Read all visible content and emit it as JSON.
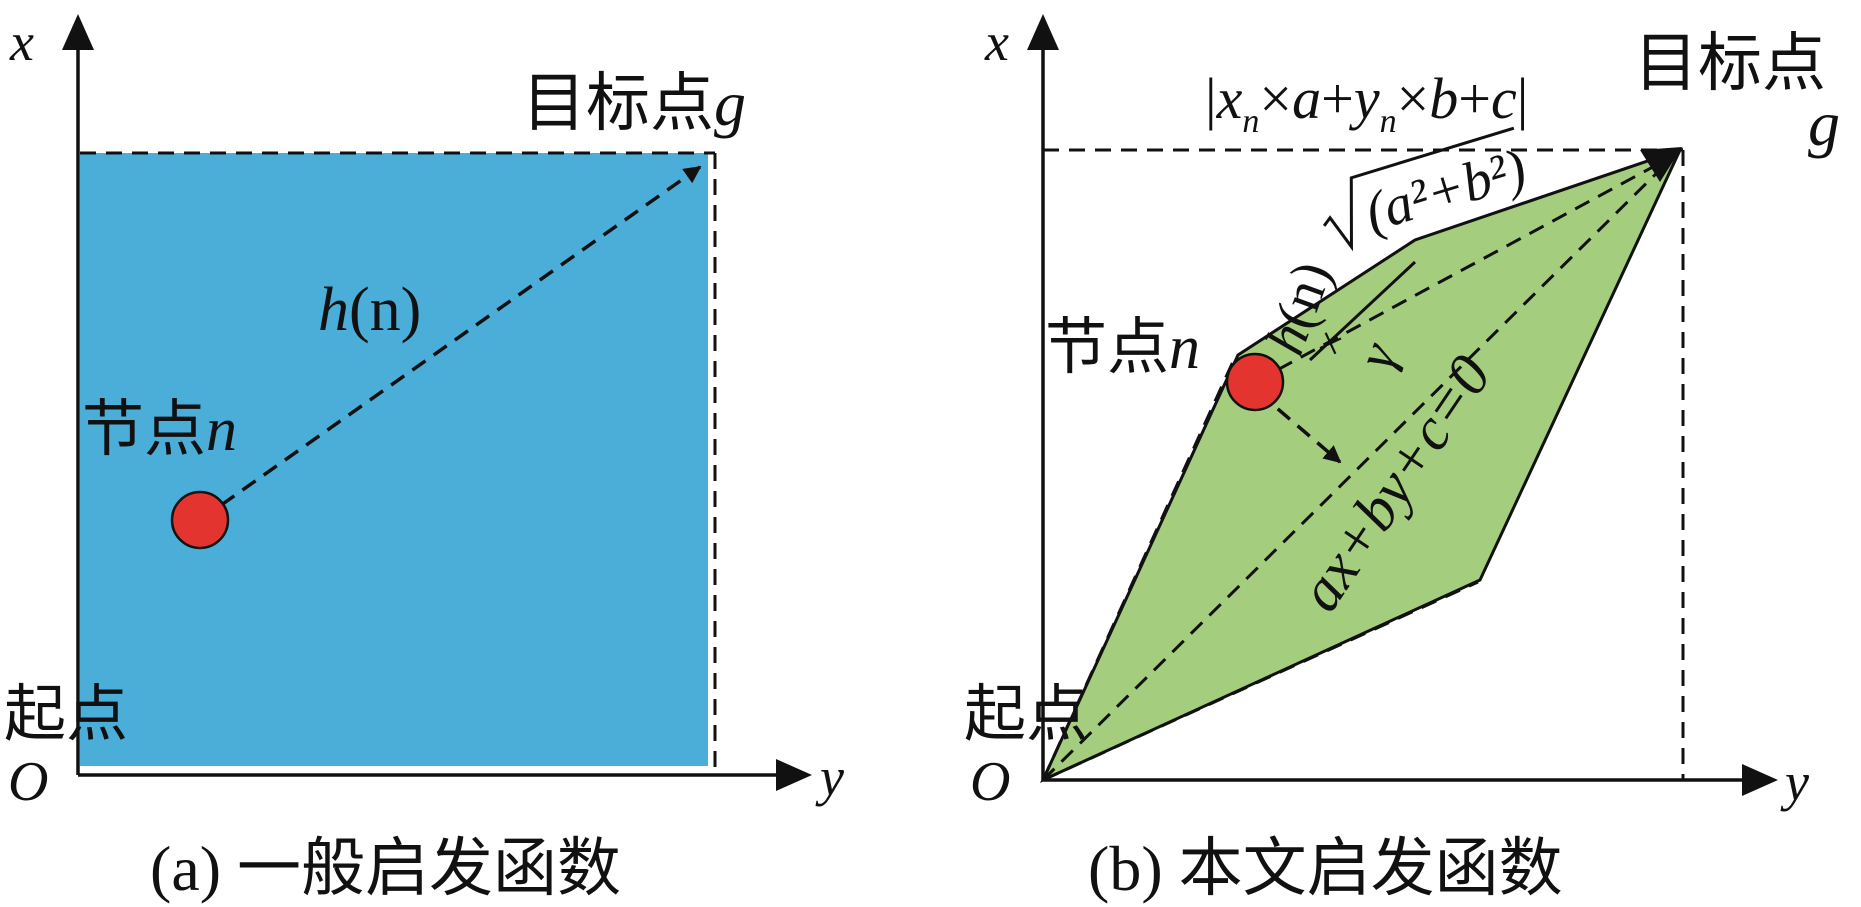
{
  "panel_a": {
    "axis_x": "x",
    "axis_y": "y",
    "origin": "O",
    "start_label": "起点",
    "goal_label": "目标点",
    "goal_var": "g",
    "node_label": "节点",
    "node_var": "n",
    "h_func": "h",
    "h_arg": "(n)",
    "caption": "(a) 一般启发函数",
    "region_color": "#4BAED8",
    "node_color": "#E3342F"
  },
  "panel_b": {
    "axis_x": "x",
    "axis_y": "y",
    "origin": "O",
    "start_label": "起点",
    "goal_label": "目标点",
    "goal_var": "g",
    "node_label": "节点",
    "node_var": "n",
    "distance_formula": {
      "numerator_prefix": "|",
      "xn": "x",
      "sub_n": "n",
      "times_a": "×",
      "a": "a",
      "plus1": "+",
      "yn": "y",
      "times_b": "×",
      "b": "b",
      "plus2": "+",
      "c": "c",
      "numerator_suffix": "|",
      "denominator": "(a²+b²)"
    },
    "h_func": "h",
    "h_arg": "(n)",
    "times": "×",
    "gamma": "γ",
    "line_equation": "ax+by+c=0",
    "caption": "(b) 本文启发函数",
    "region_color": "#A5CD7E",
    "node_color": "#E3342F"
  }
}
